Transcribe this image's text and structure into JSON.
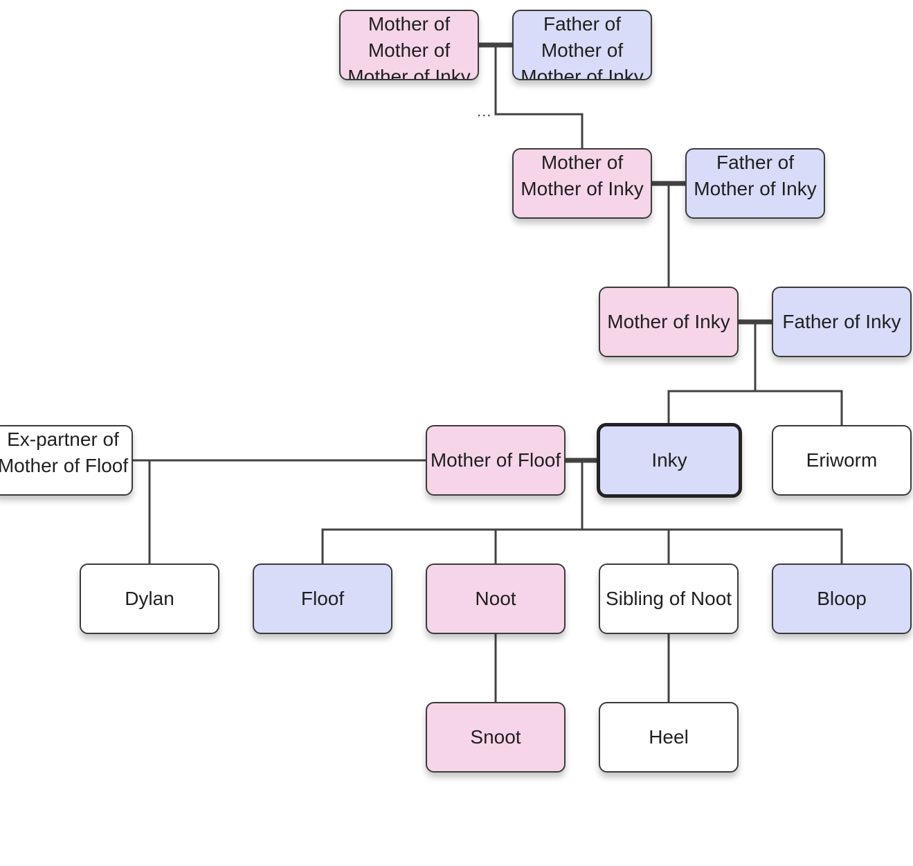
{
  "colors": {
    "female": "#f6d5e8",
    "male": "#d8dcf8",
    "unknown": "#ffffff",
    "line": "#424242"
  },
  "nodes": [
    {
      "id": "mmm",
      "label": "Mother of Mother of Mother of Inky",
      "gender": "female"
    },
    {
      "id": "fmm",
      "label": "Father of Mother of Mother of Inky",
      "gender": "male"
    },
    {
      "id": "mm",
      "label": "Mother of Mother of Inky",
      "gender": "female"
    },
    {
      "id": "fm",
      "label": "Father of Mother of Inky",
      "gender": "male"
    },
    {
      "id": "m",
      "label": "Mother of Inky",
      "gender": "female"
    },
    {
      "id": "f",
      "label": "Father of Inky",
      "gender": "male"
    },
    {
      "id": "ex",
      "label": "Ex-partner of Mother of Floof",
      "gender": "unknown"
    },
    {
      "id": "mf",
      "label": "Mother of Floof",
      "gender": "female"
    },
    {
      "id": "inky",
      "label": "Inky",
      "gender": "male",
      "selected": true
    },
    {
      "id": "eri",
      "label": "Eriworm",
      "gender": "unknown"
    },
    {
      "id": "dylan",
      "label": "Dylan",
      "gender": "unknown"
    },
    {
      "id": "floof",
      "label": "Floof",
      "gender": "male"
    },
    {
      "id": "noot",
      "label": "Noot",
      "gender": "female"
    },
    {
      "id": "sib",
      "label": "Sibling of Noot",
      "gender": "unknown"
    },
    {
      "id": "bloop",
      "label": "Bloop",
      "gender": "male"
    },
    {
      "id": "snoot",
      "label": "Snoot",
      "gender": "female"
    },
    {
      "id": "heel",
      "label": "Heel",
      "gender": "unknown"
    }
  ],
  "more_indicator": "..."
}
